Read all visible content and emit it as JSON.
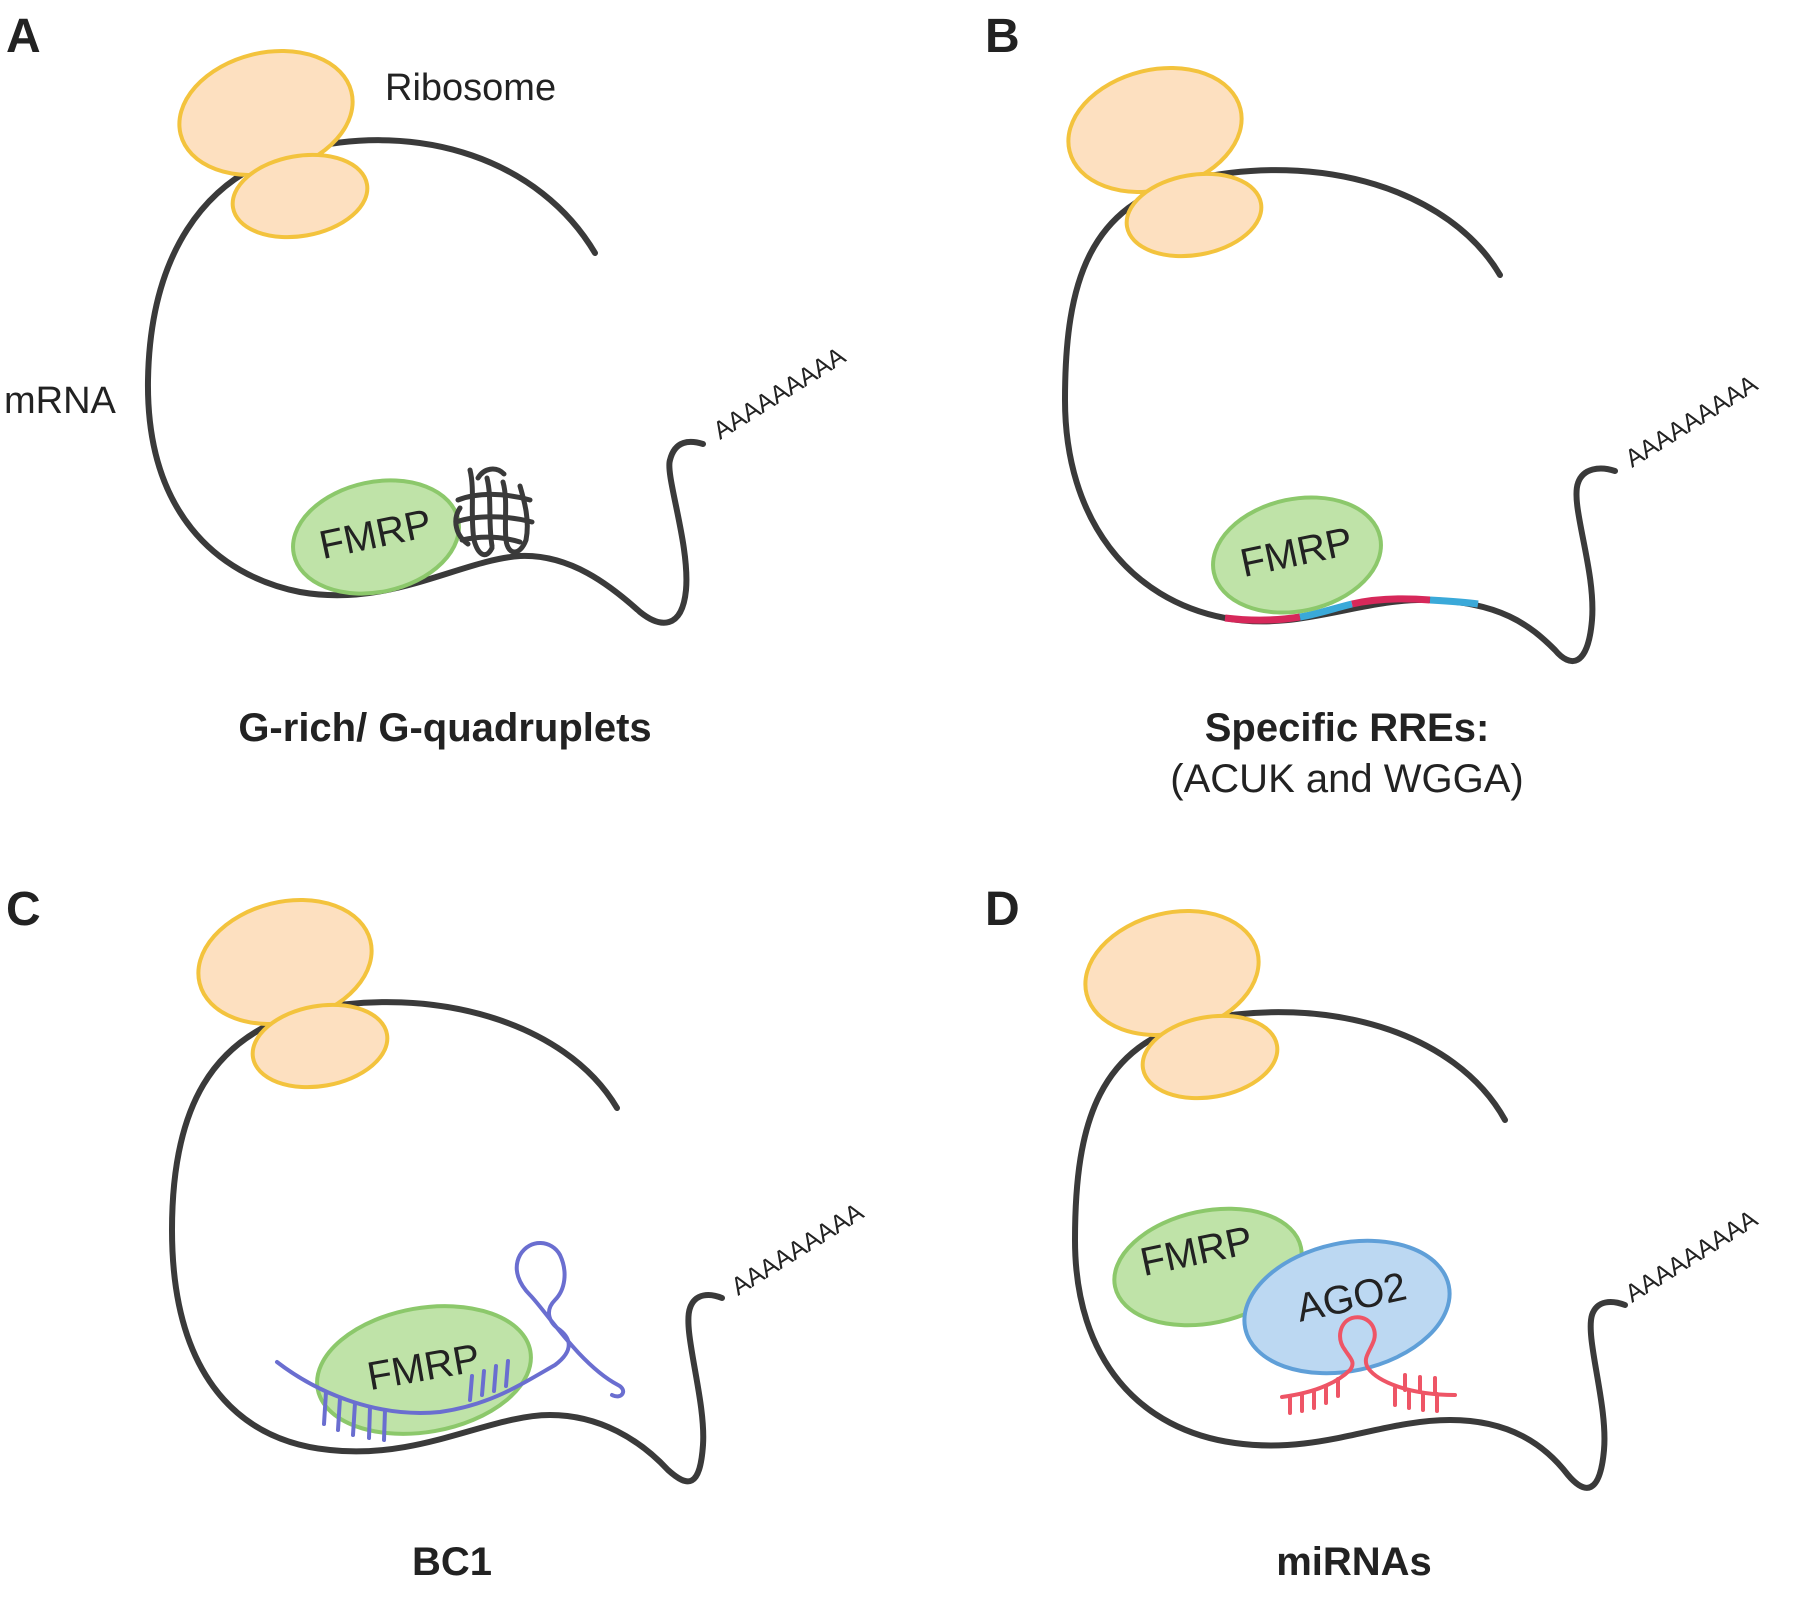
{
  "panels": {
    "a": {
      "letter": "A",
      "ribosome_label": "Ribosome",
      "mrna_label": "mRNA",
      "poly_a": "AAAAAAAAA",
      "protein": "FMRP",
      "caption": "G-rich/ G-quadruplets"
    },
    "b": {
      "letter": "B",
      "poly_a": "AAAAAAAAA",
      "protein": "FMRP",
      "caption": "Specific RREs:",
      "caption_sub": "(ACUK and WGGA)"
    },
    "c": {
      "letter": "C",
      "poly_a": "AAAAAAAAA",
      "protein": "FMRP",
      "caption": "BC1"
    },
    "d": {
      "letter": "D",
      "poly_a": "AAAAAAAAA",
      "protein": "FMRP",
      "protein2": "AGO2",
      "caption": "miRNAs"
    }
  },
  "colors": {
    "mrna": "#3a3a3a",
    "ribosome_fill": "#fde0c0",
    "ribosome_stroke": "#f3c33d",
    "fmrp_fill": "#bfe3a8",
    "fmrp_stroke": "#8cc86b",
    "ago2_fill": "#bcd8f2",
    "ago2_stroke": "#5f9fd8",
    "rre_red": "#d6285a",
    "rre_blue": "#3aa9d9",
    "bc1": "#6a6ed0",
    "mirna": "#ee5566"
  }
}
